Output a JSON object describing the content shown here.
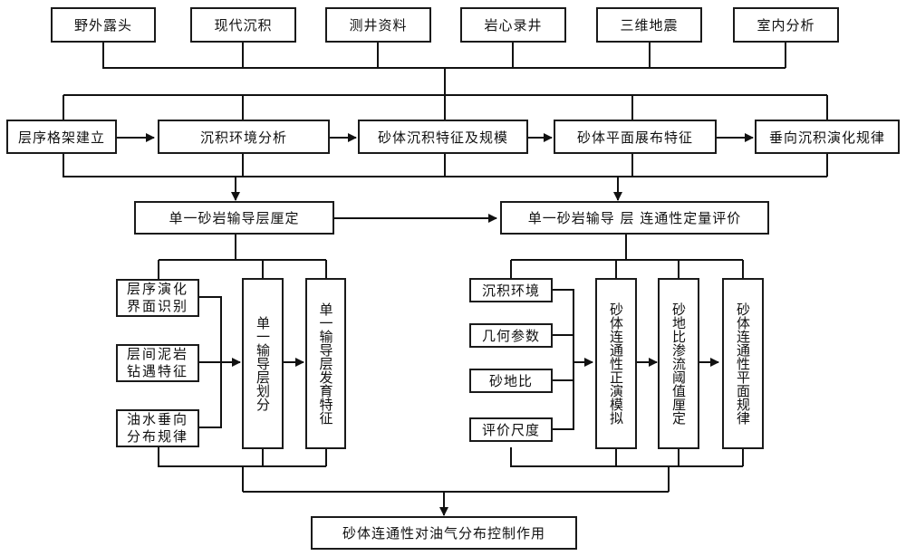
{
  "sources": [
    "野外露头",
    "现代沉积",
    "测井资料",
    "岩心录井",
    "三维地震",
    "室内分析"
  ],
  "analysis_chain": [
    "层序格架建立",
    "沉积环境分析",
    "砂体沉积特征及规模",
    "砂体平面展布特征",
    "垂向沉积演化规律"
  ],
  "left_branch": {
    "title": "单一砂岩输导层厘定",
    "inputs": [
      "层序演化界面识别",
      "层间泥岩钻遇特征",
      "油水垂向分布规律"
    ],
    "steps": [
      "单一输导层划分",
      "单一输导层发育特征"
    ]
  },
  "right_branch": {
    "title": "单一砂岩输导 层 连通性定量评价",
    "inputs": [
      "沉积环境",
      "几何参数",
      "砂地比",
      "评价尺度"
    ],
    "steps": [
      "砂体连通性正演模拟",
      "砂地比渗流阈值厘定",
      "砂体连通性平面规律"
    ]
  },
  "conclusion": "砂体连通性对油气分布控制作用"
}
